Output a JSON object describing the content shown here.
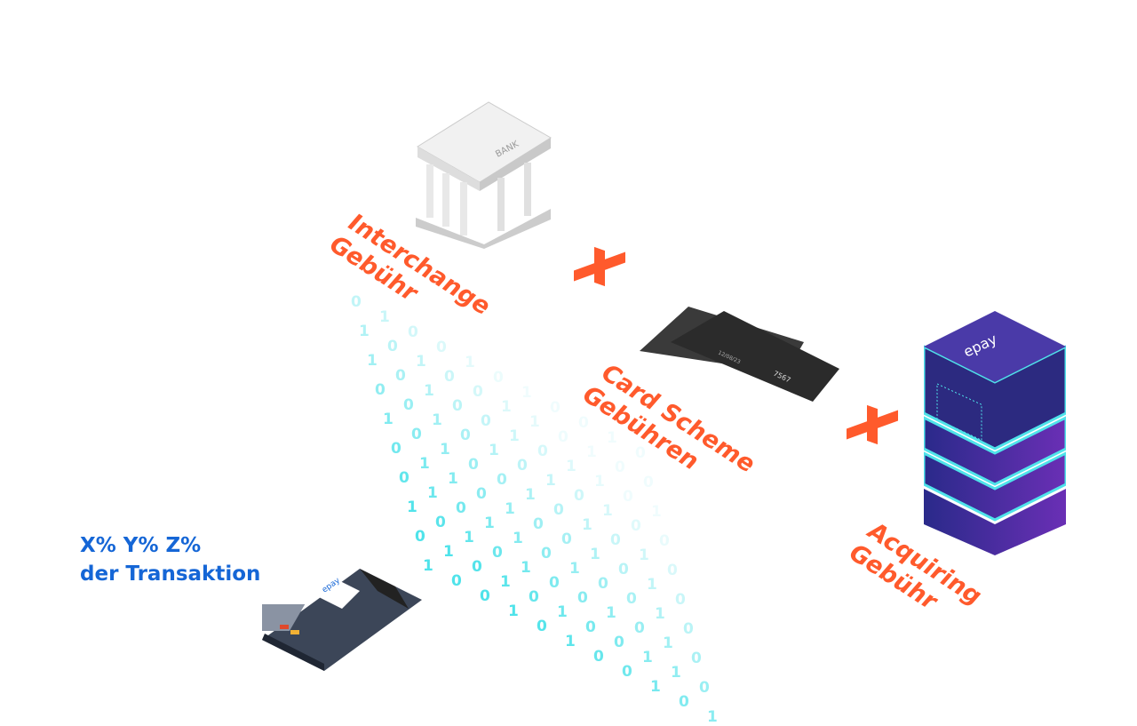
{
  "labels": {
    "interchange": [
      "Interchange",
      "Gebühr"
    ],
    "card_scheme": [
      "Card Scheme",
      "Gebühren"
    ],
    "acquiring": [
      "Acquiring",
      "Gebühr"
    ]
  },
  "bank": {
    "sign": "BANK"
  },
  "card": {
    "digits": "7567",
    "date": "12/08/23"
  },
  "server": {
    "brand": "epay"
  },
  "terminal": {
    "brand": "epay"
  },
  "fees": {
    "line1": "X%  Y%  Z%",
    "line2": "der Transaktion"
  },
  "binary": "0100101001010100110100101001011010010101",
  "colors": {
    "accent": "#ff5a2c",
    "blue": "#1566d6",
    "cyan": "#4fe3ea",
    "server": "#3b2a8c"
  }
}
